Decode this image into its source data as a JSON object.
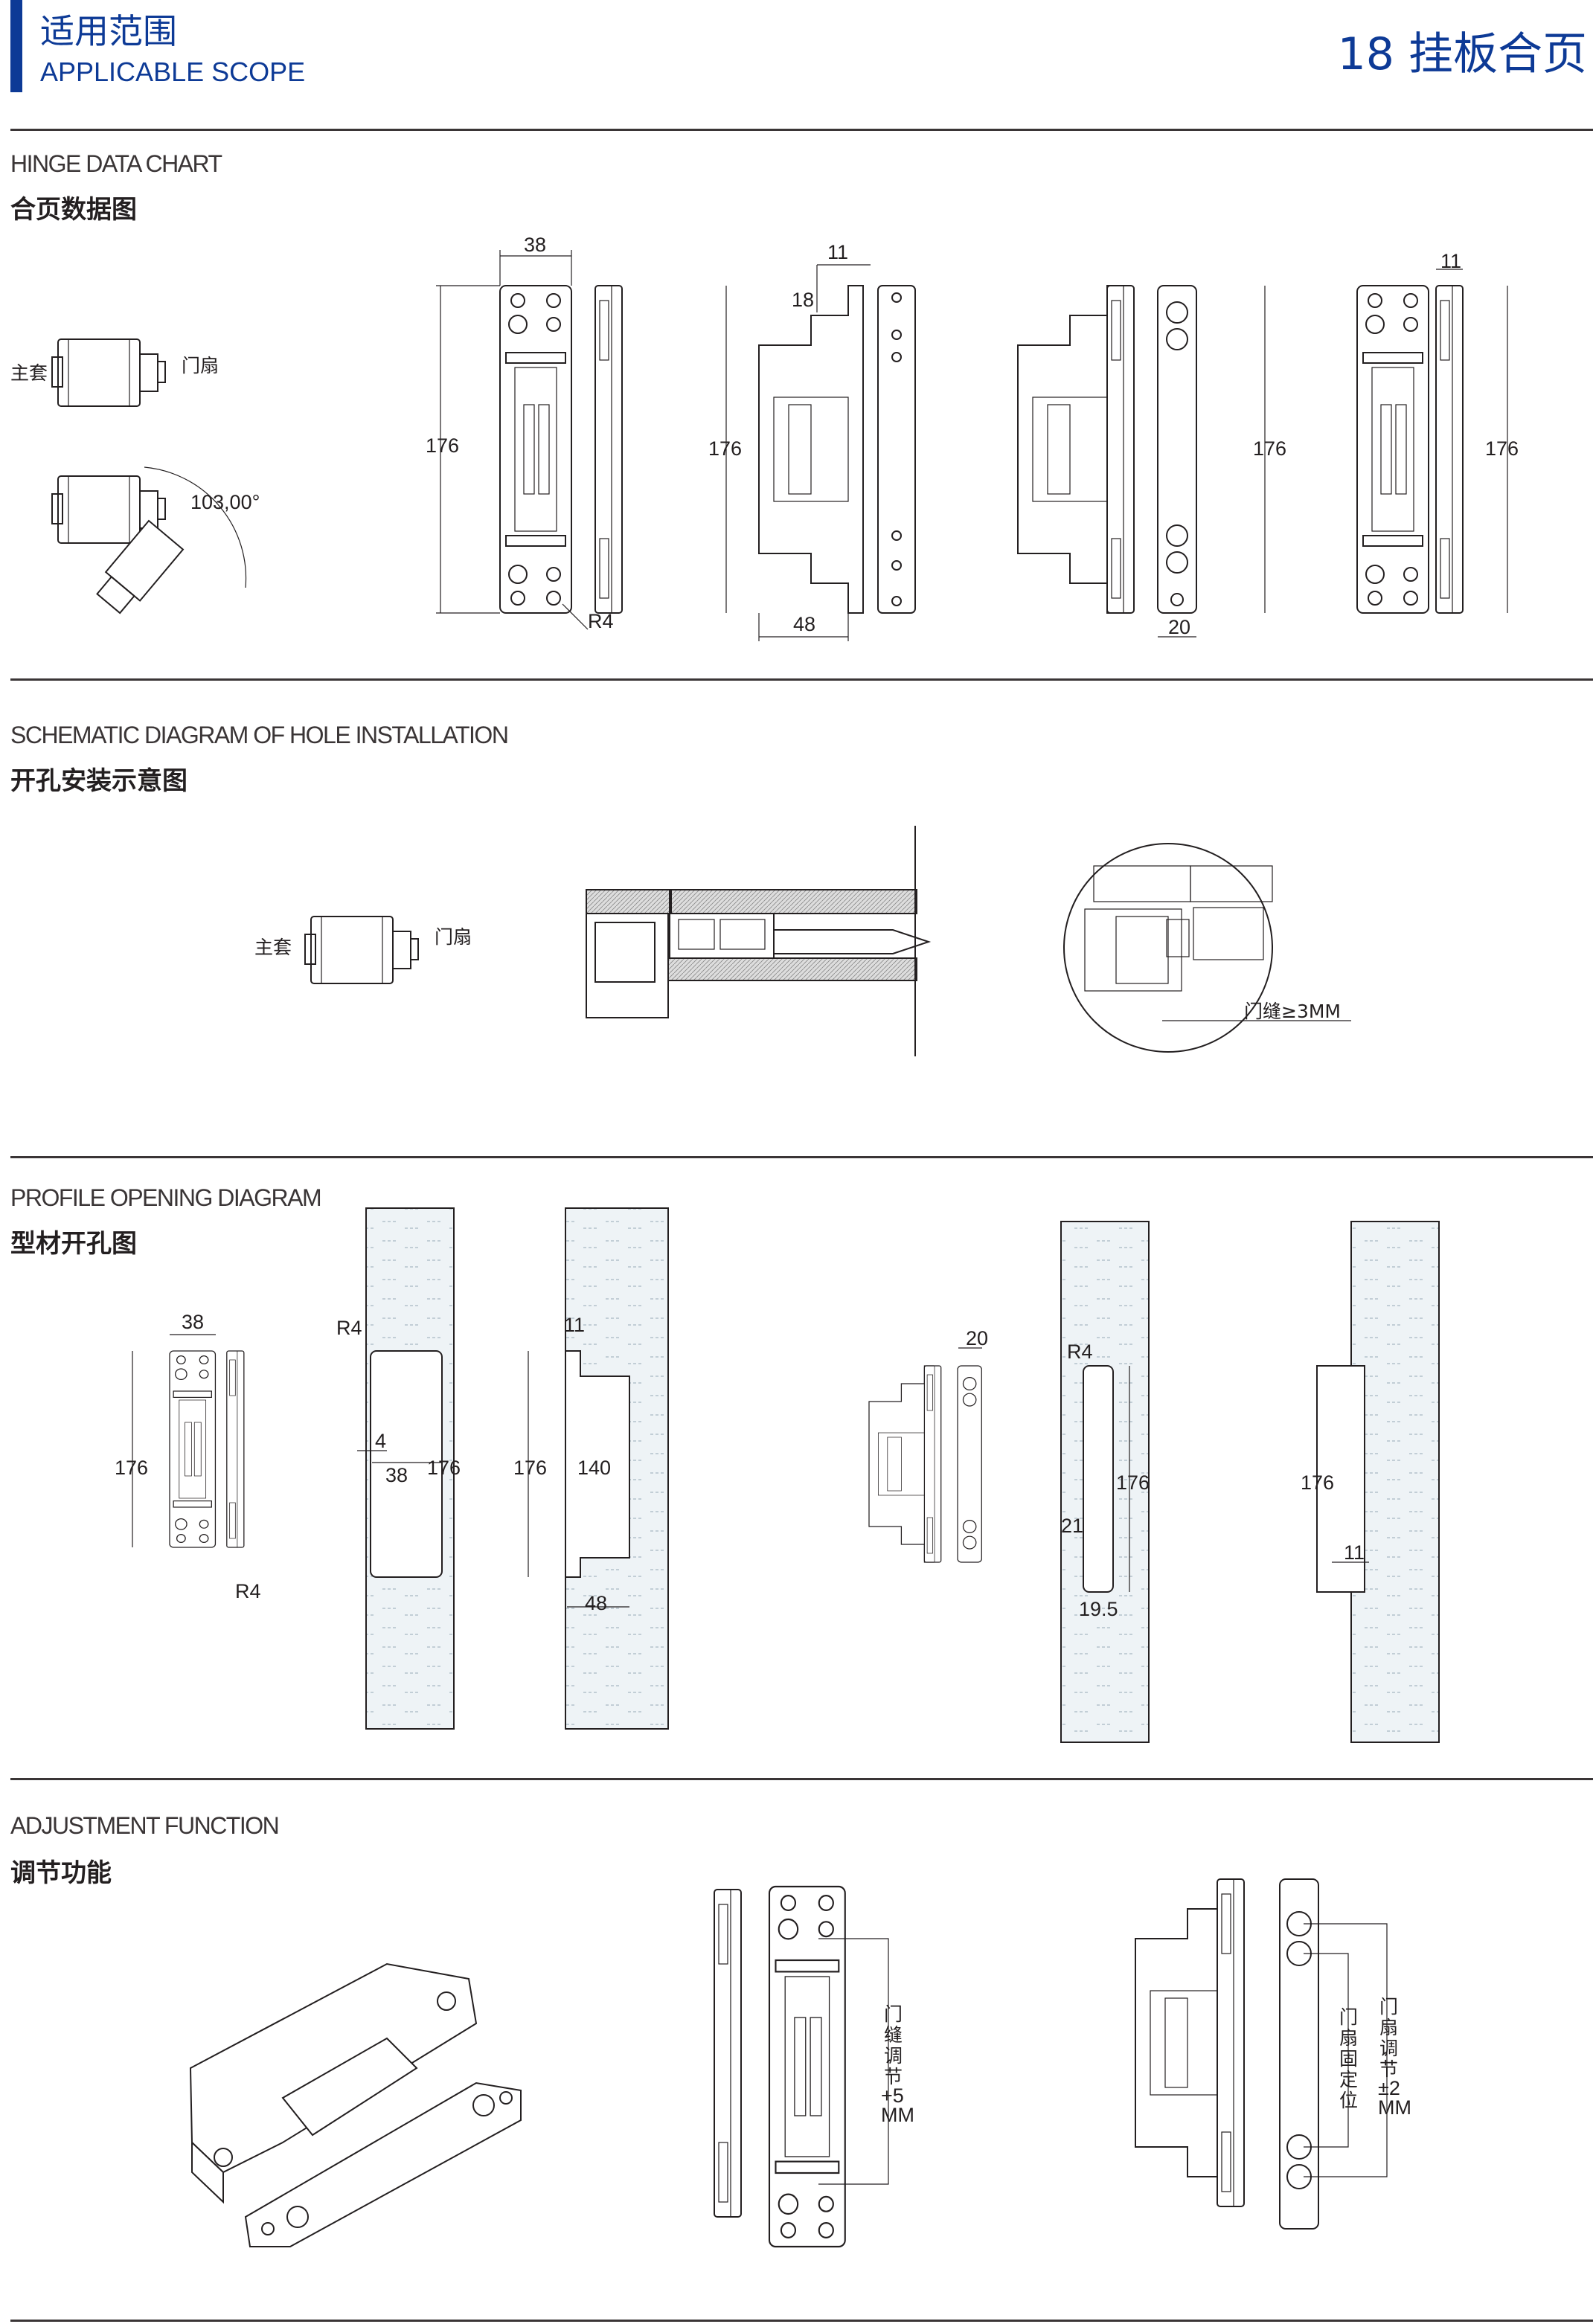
{
  "header": {
    "title_cn": "适用范围",
    "title_en": "APPLICABLE SCOPE",
    "product": "18 挂板合页",
    "accent_color": "#0d3a96"
  },
  "sections": {
    "hinge_data": {
      "title_en": "HINGE DATA CHART",
      "title_cn": "合页数据图",
      "labels": {
        "main": "主套",
        "door": "门扇",
        "angle": "103,00°",
        "d1_width": "38",
        "d1_height": "176",
        "d1_radius": "R4",
        "d2_top": "11",
        "d2_offset": "18",
        "d2_height": "176",
        "d2_bottom": "48",
        "d3_height": "176",
        "d3_bottom": "20",
        "d4_top": "11",
        "d4_height": "176"
      }
    },
    "hole_install": {
      "title_en": "SCHEMATIC DIAGRAM OF HOLE INSTALLATION",
      "title_cn": "开孔安装示意图",
      "labels": {
        "main": "主套",
        "door": "门扇",
        "gap": "门缝≥3MM"
      }
    },
    "profile_opening": {
      "title_en": "PROFILE OPENING DIAGRAM",
      "title_cn": "型材开孔图",
      "labels": {
        "a_width": "38",
        "a_height": "176",
        "a_radius": "R4",
        "b_radius": "R4",
        "b_offset": "4",
        "b_width": "38",
        "b_height": "176",
        "c_top": "11",
        "c_height": "176",
        "c_inner": "140",
        "c_bottom": "48",
        "d_top": "20",
        "e_radius": "R4",
        "e_height": "176",
        "e_offset": "21",
        "e_width": "19.5",
        "f_height": "176",
        "f_width": "11"
      }
    },
    "adjustment": {
      "title_en": "ADJUSTMENT FUNCTION",
      "title_cn": "调节功能",
      "labels": {
        "gap_adjust": [
          "门",
          "缝",
          "调",
          "节",
          "+5",
          "MM"
        ],
        "door_fix": [
          "门",
          "扇",
          "固",
          "定",
          "位"
        ],
        "door_adjust": [
          "门",
          "扇",
          "调",
          "节",
          "±2",
          "MM"
        ]
      }
    }
  }
}
